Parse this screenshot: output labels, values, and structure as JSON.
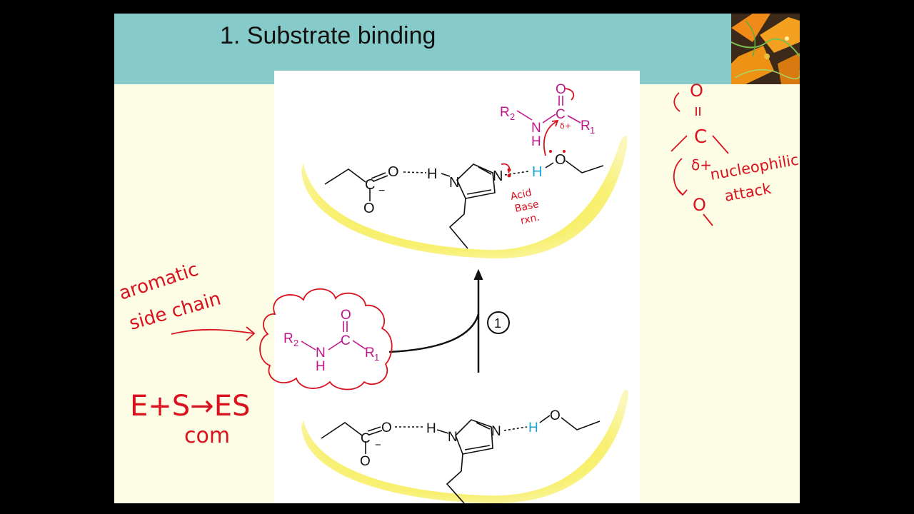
{
  "slide": {
    "title": "1. Substrate binding",
    "background": "#fdfde6",
    "title_bar_color": "#86cbc9"
  },
  "step_number": "1",
  "labels": {
    "O": "O",
    "C": "C",
    "N": "N",
    "H": "H",
    "R1": "R",
    "R1_sub": "1",
    "R2": "R",
    "R2_sub": "2",
    "minus": "−"
  },
  "annotations": {
    "aromatic_line1": "aromatic",
    "aromatic_line2": "side chain",
    "equation": "E+S→ES",
    "equation_line2": "com",
    "acid_base_line1": "Acid",
    "acid_base_line2": "Base",
    "acid_base_line3": "rxn.",
    "nucleophilic_line1": "nucleophilic",
    "nucleophilic_line2": "attack",
    "delta_plus": "δ+"
  },
  "colors": {
    "substrate": "#c0168c",
    "hydrogen_blue": "#1ba3d6",
    "ink_red": "#d8121e",
    "pocket_yellow": "#f5ea2a"
  }
}
